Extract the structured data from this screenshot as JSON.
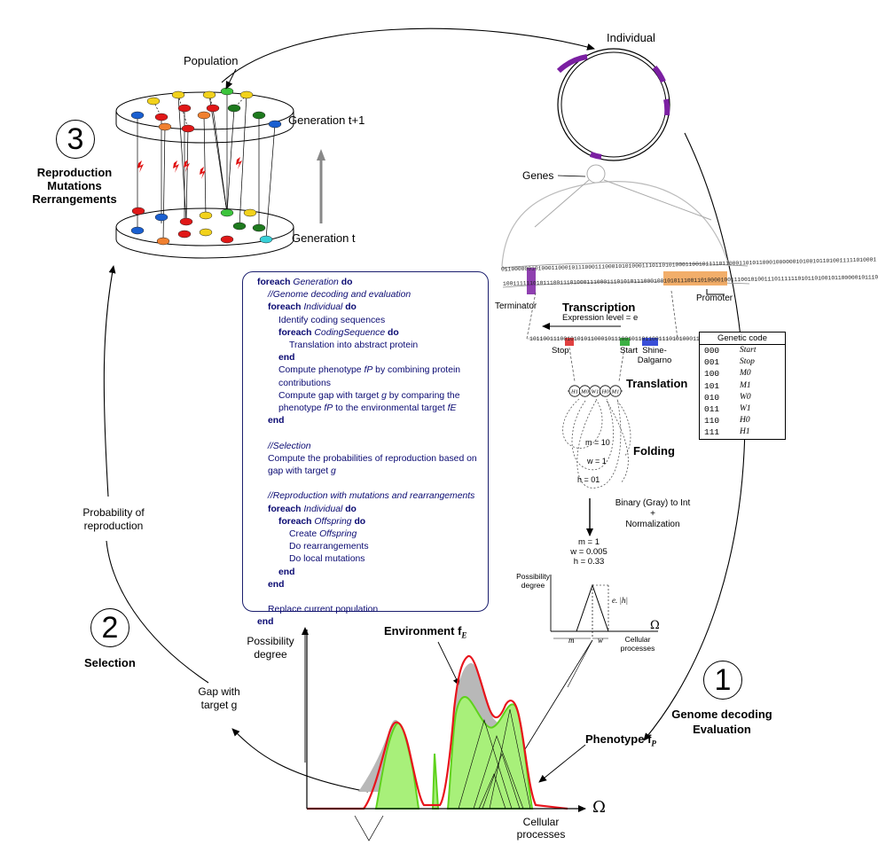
{
  "labels": {
    "population": "Population",
    "individual": "Individual",
    "genes": "Genes",
    "generation_next": "Generation t+1",
    "generation_t": "Generation t",
    "step3_number": "3",
    "step3_line1": "Reproduction",
    "step3_line2": "Mutations",
    "step3_line3": "Rerrangements",
    "step2_number": "2",
    "step2_title": "Selection",
    "step1_number": "1",
    "step1_line1": "Genome decoding",
    "step1_line2": "Evaluation",
    "prob_line1": "Probability of",
    "prob_line2": "reproduction",
    "gap_line1": "Gap with",
    "gap_line2": "target g",
    "possibility_line1": "Possibility",
    "possibility_line2": "degree",
    "environment": "Environment f",
    "environment_sub": "E",
    "phenotype": "Phenotype f",
    "phenotype_sub": "P",
    "omega": "Ω",
    "cellular_line1": "Cellular",
    "cellular_line2": "processes"
  },
  "genome": {
    "terminator": "Terminator",
    "promoter": "Promoter",
    "transcription": "Transcription",
    "expression": "Expression level = e",
    "stop": "Stop",
    "start": "Start",
    "shine_line1": "Shine-",
    "shine_line2": "Dalgarno",
    "translation": "Translation",
    "folding": "Folding",
    "m_binary": "m = 10",
    "w_binary": "w = 1",
    "h_binary": "h = 01",
    "conversion_line1": "Binary (Gray) to Int",
    "conversion_line2": "+",
    "conversion_line3": "Normalization",
    "m_value": "m = 1",
    "w_value": "w = 0.005",
    "h_value": "h = 0.33",
    "mini_possibility_line1": "Possibility",
    "mini_possibility_line2": "degree",
    "mini_eh": "e. |h|",
    "mini_omega": "Ω",
    "mini_m": "m",
    "mini_w": "w",
    "mini_cellular_line1": "Cellular",
    "mini_cellular_line2": "processes",
    "bits_dna_top": "0110000001010001100010111000111000101010001110110101000110010111101100011010110001000000101001011010011111010001",
    "bits_dna_bottom": "1001111110101110011101000111000111010101110001001010111001101000010011100101001110111111010110100101100000101110",
    "bits_rna": "10110011100101010110001011100101101100111010100011",
    "codons": [
      "H1",
      "M0",
      "W1",
      "H0",
      "M1"
    ]
  },
  "genetic_code": {
    "title": "Genetic code",
    "rows": [
      {
        "codon": "000",
        "meaning": "Start"
      },
      {
        "codon": "001",
        "meaning": "Stop"
      },
      {
        "codon": "100",
        "meaning": "M0"
      },
      {
        "codon": "101",
        "meaning": "M1"
      },
      {
        "codon": "010",
        "meaning": "W0"
      },
      {
        "codon": "011",
        "meaning": "W1"
      },
      {
        "codon": "110",
        "meaning": "H0"
      },
      {
        "codon": "111",
        "meaning": "H1"
      }
    ]
  },
  "algorithm": [
    {
      "indent": 0,
      "parts": [
        {
          "t": "foreach ",
          "s": "kw"
        },
        {
          "t": "Generation",
          "s": "it"
        },
        {
          "t": " do",
          "s": "kw"
        }
      ]
    },
    {
      "indent": 1,
      "parts": [
        {
          "t": "//Genome decoding and evaluation",
          "s": "it"
        }
      ]
    },
    {
      "indent": 1,
      "parts": [
        {
          "t": "foreach ",
          "s": "kw"
        },
        {
          "t": "Individual",
          "s": "it"
        },
        {
          "t": " do",
          "s": "kw"
        }
      ]
    },
    {
      "indent": 2,
      "parts": [
        {
          "t": "Identify coding sequences",
          "s": ""
        }
      ]
    },
    {
      "indent": 2,
      "parts": [
        {
          "t": "foreach ",
          "s": "kw"
        },
        {
          "t": "CodingSequence",
          "s": "it"
        },
        {
          "t": " do",
          "s": "kw"
        }
      ]
    },
    {
      "indent": 3,
      "parts": [
        {
          "t": "Translation into abstract protein",
          "s": ""
        }
      ]
    },
    {
      "indent": 2,
      "parts": [
        {
          "t": "end",
          "s": "kw"
        }
      ]
    },
    {
      "indent": 2,
      "parts": [
        {
          "t": "Compute phenotype ",
          "s": ""
        },
        {
          "t": "fP",
          "s": "it"
        },
        {
          "t": " by combining protein",
          "s": ""
        }
      ]
    },
    {
      "indent": 2,
      "parts": [
        {
          "t": "contributions",
          "s": ""
        }
      ]
    },
    {
      "indent": 2,
      "parts": [
        {
          "t": "Compute gap with target ",
          "s": ""
        },
        {
          "t": "g",
          "s": "it"
        },
        {
          "t": " by comparing the",
          "s": ""
        }
      ]
    },
    {
      "indent": 2,
      "parts": [
        {
          "t": "phenotype ",
          "s": ""
        },
        {
          "t": "fP",
          "s": "it"
        },
        {
          "t": " to the environmental target ",
          "s": ""
        },
        {
          "t": "fE",
          "s": "it"
        }
      ]
    },
    {
      "indent": 1,
      "parts": [
        {
          "t": "end",
          "s": "kw"
        }
      ]
    },
    {
      "indent": 1,
      "parts": [
        {
          "t": "",
          "s": ""
        }
      ]
    },
    {
      "indent": 1,
      "parts": [
        {
          "t": "//Selection",
          "s": "it"
        }
      ]
    },
    {
      "indent": 1,
      "parts": [
        {
          "t": "Compute the probabilities of reproduction based on",
          "s": ""
        }
      ]
    },
    {
      "indent": 1,
      "parts": [
        {
          "t": "gap with target ",
          "s": ""
        },
        {
          "t": "g",
          "s": "it"
        }
      ]
    },
    {
      "indent": 1,
      "parts": [
        {
          "t": "",
          "s": ""
        }
      ]
    },
    {
      "indent": 1,
      "parts": [
        {
          "t": "//Reproduction with mutations and rearrangements",
          "s": "it"
        }
      ]
    },
    {
      "indent": 1,
      "parts": [
        {
          "t": "foreach ",
          "s": "kw"
        },
        {
          "t": "Individual",
          "s": "it"
        },
        {
          "t": " do",
          "s": "kw"
        }
      ]
    },
    {
      "indent": 2,
      "parts": [
        {
          "t": "foreach ",
          "s": "kw"
        },
        {
          "t": "Offspring",
          "s": "it"
        },
        {
          "t": " do",
          "s": "kw"
        }
      ]
    },
    {
      "indent": 3,
      "parts": [
        {
          "t": "Create ",
          "s": ""
        },
        {
          "t": "Offspring",
          "s": "it"
        }
      ]
    },
    {
      "indent": 3,
      "parts": [
        {
          "t": "Do rearrangements",
          "s": ""
        }
      ]
    },
    {
      "indent": 3,
      "parts": [
        {
          "t": "Do local mutations",
          "s": ""
        }
      ]
    },
    {
      "indent": 2,
      "parts": [
        {
          "t": "end",
          "s": "kw"
        }
      ]
    },
    {
      "indent": 1,
      "parts": [
        {
          "t": "end",
          "s": "kw"
        }
      ]
    },
    {
      "indent": 1,
      "parts": [
        {
          "t": "",
          "s": ""
        }
      ]
    },
    {
      "indent": 1,
      "parts": [
        {
          "t": "Replace current population",
          "s": ""
        }
      ]
    },
    {
      "indent": 0,
      "parts": [
        {
          "t": "end",
          "s": "kw"
        }
      ]
    }
  ],
  "colors": {
    "environment_curve": "#e8141c",
    "phenotype_fill": "#a8f07a",
    "phenotype_stroke": "#5fd21c",
    "gap_fill": "#b8b8b8",
    "algo_text": "#0a0a72",
    "gene_purple": "#7b1fa2",
    "promoter_orange": "#f0a050",
    "stop_red": "#e04040",
    "start_green": "#3cb043",
    "shine_blue": "#3a4fd8",
    "mutation_red": "#e01010"
  }
}
